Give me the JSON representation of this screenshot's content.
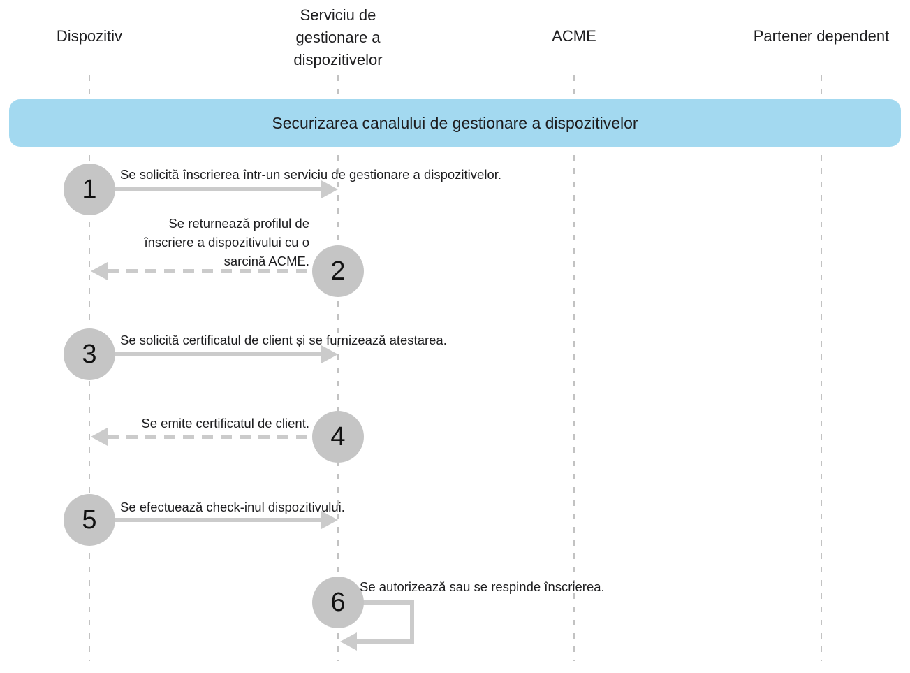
{
  "banner": {
    "title": "Securizarea canalului de gestionare a dispozitivelor",
    "color": "#a3d9f0"
  },
  "actors": [
    {
      "id": "device",
      "label": "Dispozitiv"
    },
    {
      "id": "mdm-service",
      "label": "Serviciu de\ngestionare a\ndispozitivelor"
    },
    {
      "id": "acme",
      "label": "ACME"
    },
    {
      "id": "reliant-partner",
      "label": "Partener dependent"
    }
  ],
  "steps": [
    {
      "number": "1",
      "text": "Se solicită înscrierea într-un serviciu de gestionare a dispozitivelor.",
      "from": "device",
      "to": "mdm-service",
      "arrow": "solid"
    },
    {
      "number": "2",
      "text": "Se returnează profilul de\nînscriere a dispozitivului cu o\nsarcină ACME.",
      "from": "mdm-service",
      "to": "device",
      "arrow": "dashed"
    },
    {
      "number": "3",
      "text": "Se solicită certificatul de client și se furnizează atestarea.",
      "from": "device",
      "to": "mdm-service",
      "arrow": "solid"
    },
    {
      "number": "4",
      "text": "Se emite certificatul de client.",
      "from": "mdm-service",
      "to": "device",
      "arrow": "dashed"
    },
    {
      "number": "5",
      "text": "Se efectuează check-inul dispozitivului.",
      "from": "device",
      "to": "mdm-service",
      "arrow": "solid"
    },
    {
      "number": "6",
      "text": "Se autorizează sau se respinde înscrierea.",
      "from": "mdm-service",
      "to": "mdm-service",
      "arrow": "self-loop"
    }
  ],
  "colors": {
    "circle": "#c5c5c5",
    "arrow": "#cbcbcb",
    "lifeline": "#c2c2c2",
    "text": "#1d1d1f"
  }
}
